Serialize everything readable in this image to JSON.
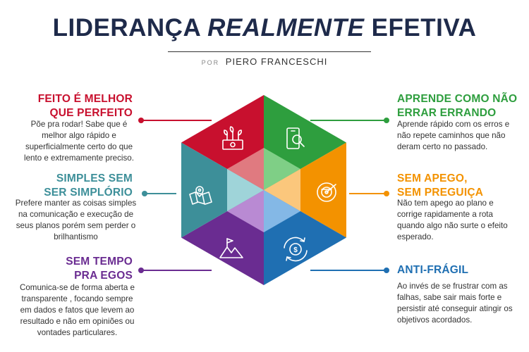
{
  "header": {
    "title_part1": "LIDERANÇA ",
    "title_part2": "REALMENTE",
    "title_part3": " EFETIVA",
    "byline_prefix": "POR",
    "byline_name": "PIERO FRANCESCHI"
  },
  "colors": {
    "navy": "#1e2a4a",
    "red": "#c8102e",
    "green": "#2e9e3e",
    "orange": "#f39200",
    "blue": "#1f6fb2",
    "purple": "#6a2c91",
    "teal": "#3d8f99"
  },
  "items": [
    {
      "id": "feito",
      "heading": "FEITO É MELHOR\nQUE PERFEITO",
      "body": "Põe pra rodar! Sabe que é\nmelhor algo rápido e\nsuperficialmente certo do que\nlento e extremamente preciso.",
      "color": "#c8102e",
      "icon": "money-plant-icon"
    },
    {
      "id": "simples",
      "heading": "SIMPLES SEM\nSER SIMPLÓRIO",
      "body": "Prefere manter as coisas simples\nna comunicação e execução de\nseus planos porém sem perder o\nbrilhantismo",
      "color": "#3d8f99",
      "icon": "map-pin-icon"
    },
    {
      "id": "ego",
      "heading": "SEM TEMPO\nPRA EGOS",
      "body": "Comunica-se de forma aberta e\ntransparente , focando sempre\nem dados e fatos que levem ao\nresultado e não em opiniões ou\nvontades particulares.",
      "color": "#6a2c91",
      "icon": "mountain-flag-icon"
    },
    {
      "id": "aprende",
      "heading": "APRENDE COMO NÃO\nERRAR ERRANDO",
      "body": "Aprende rápido com os erros e\nnão repete caminhos que não\nderam certo no passado.",
      "color": "#2e9e3e",
      "icon": "phone-search-icon"
    },
    {
      "id": "apego",
      "heading": "SEM APEGO,\nSEM PREGUIÇA",
      "body": "Não tem apego ao plano e\ncorrige rapidamente a rota\nquando algo não surte o efeito\nesperado.",
      "color": "#f39200",
      "icon": "target-icon"
    },
    {
      "id": "antifragil",
      "heading": "ANTI-FRÁGIL",
      "body": "Ao invés de se frustrar com as\nfalhas, sabe sair mais forte e\npersistir até conseguir atingir os\nobjetivos acordados.",
      "color": "#1f6fb2",
      "icon": "dollar-cycle-icon"
    }
  ]
}
